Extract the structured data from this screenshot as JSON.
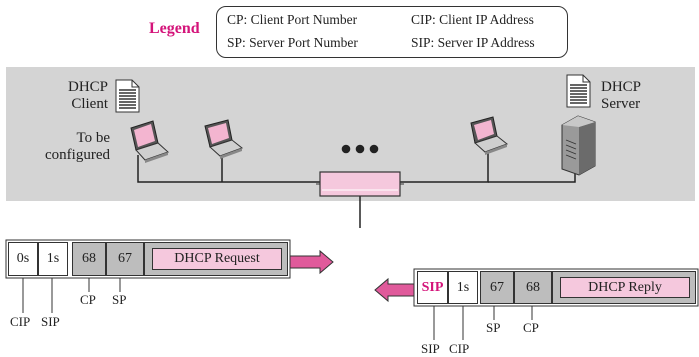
{
  "legend": {
    "title": "Legend",
    "items": [
      "CP: Client Port Number",
      "CIP: Client IP Address",
      "SP: Server Port Number",
      "SIP: Server IP Address"
    ]
  },
  "client": {
    "label_line1": "DHCP",
    "label_line2": "Client",
    "note_line1": "To be",
    "note_line2": "configured"
  },
  "server": {
    "label_line1": "DHCP",
    "label_line2": "Server"
  },
  "ellipsis": "•••",
  "request_packet": {
    "fields": [
      "0s",
      "1s",
      "68",
      "67",
      "DHCP Request"
    ],
    "labels": [
      "CIP",
      "SIP",
      "CP",
      "SP"
    ]
  },
  "reply_packet": {
    "fields": [
      "SIP",
      "1s",
      "67",
      "68",
      "DHCP Reply"
    ],
    "labels": [
      "SIP",
      "CIP",
      "SP",
      "CP"
    ]
  },
  "colors": {
    "accent": "#d4147a",
    "pink_fill": "#f5c8dd",
    "gray_fill": "#bdbdbd",
    "panel": "#d4d4d4"
  }
}
